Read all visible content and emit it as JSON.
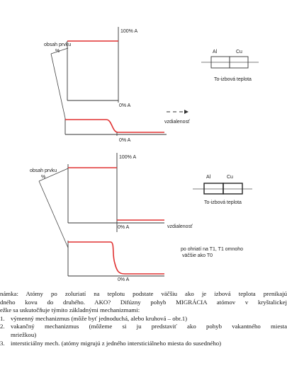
{
  "figure": {
    "top_panel": {
      "element_content_label_line1": "obsah prvku",
      "element_content_label_line2": "%",
      "top_axis_label": "100% A",
      "mid_axis_label": "0% A",
      "bottom_axis_label": "0% A",
      "distance_label": "vzdialenosť",
      "metal_left": "Al",
      "metal_right": "Cu",
      "temperature_label": "To-izbová teplota"
    },
    "bottom_panel": {
      "element_content_label_line1": "obsah prvku",
      "element_content_label_line2": "%",
      "top_axis_label": "100% A",
      "mid_axis_label": "0% A",
      "bottom_axis_label": "0% A",
      "distance_label": "vzdialenosť",
      "metal_left": "Al",
      "metal_right": "Cu",
      "temperature_label": "To-izbová teplota",
      "heating_note_line1": "po ohriatí na T1, T1 omnoho",
      "heating_note_line2": "väčšie ako T0"
    },
    "colors": {
      "profile": "#e03030",
      "axis": "#333333"
    }
  },
  "note": {
    "line1": "námka: Atómy po zoluriatí na teplotu podstate väčšiu ako je izbová teplota prenikajú",
    "line2": "dného kovu do druhého. AKO? Difúzny pohyb MIGRÁCIA atómov v kryštalickej",
    "line3": "ežke sa uskutočňuje týmito základnými mechanizmami:",
    "items": [
      {
        "num": "1.",
        "text": "výmenný mechanizmus (môže byť jednoduchá, alebo kruhová – obr.1)"
      },
      {
        "num": "2.",
        "text": "vakančný mechanizmus (môžeme si ju predstaviť ako pohyb vakantného miesta",
        "cont": "mriežkou)"
      },
      {
        "num": "3.",
        "text": "intersticiálny mech. (atómy migrujú z jedného intersticiálneho miesta do susedného)"
      }
    ]
  }
}
